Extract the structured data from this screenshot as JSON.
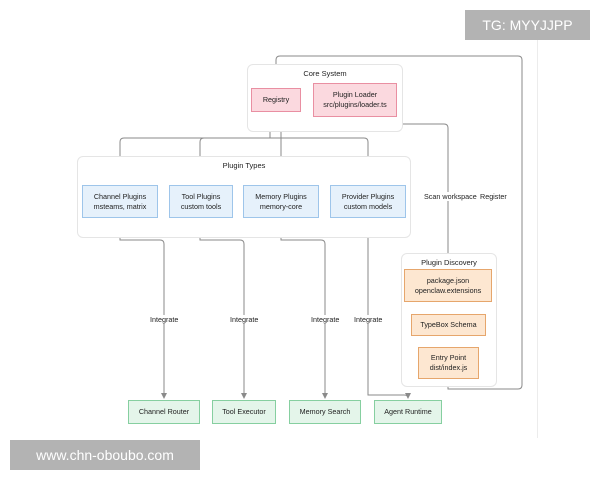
{
  "watermark_top": "TG: MYYJJPP",
  "watermark_bottom": "www.chn-oboubo.com",
  "groups": {
    "core": "Core System",
    "types": "Plugin Types",
    "discovery": "Plugin Discovery"
  },
  "nodes": {
    "registry": "Registry",
    "loader": "Plugin Loader\nsrc/plugins/loader.ts",
    "channel_plugins": "Channel Plugins\nmsteams, matrix",
    "tool_plugins": "Tool Plugins\ncustom tools",
    "memory_plugins": "Memory Plugins\nmemory-core",
    "provider_plugins": "Provider Plugins\ncustom models",
    "package_json": "package.json\nopenclaw.extensions",
    "typebox": "TypeBox Schema",
    "entry_point": "Entry Point\ndist/index.js",
    "channel_router": "Channel Router",
    "tool_executor": "Tool Executor",
    "memory_search": "Memory Search",
    "agent_runtime": "Agent Runtime"
  },
  "edge_labels": {
    "scan_workspace": "Scan workspace",
    "register": "Register",
    "integrate_channel": "Integrate",
    "integrate_tool": "Integrate",
    "integrate_memory": "Integrate",
    "integrate_provider": "Integrate"
  },
  "colors": {
    "core_fill": "#fbd9df",
    "core_border": "#e98fa2",
    "plugin_fill": "#e6f1fb",
    "plugin_border": "#9ec5ea",
    "discovery_fill": "#fde7d1",
    "discovery_border": "#e6a66c",
    "target_fill": "#e4f5ea",
    "target_border": "#86cfa0",
    "edge": "#8a8a8a"
  }
}
